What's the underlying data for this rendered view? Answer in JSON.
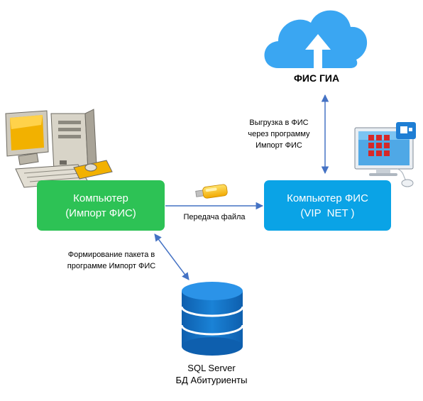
{
  "nodes": {
    "local_pc": {
      "line1": "Компьютер",
      "line2": "(Импорт ФИС)",
      "color": "#2dc255"
    },
    "fis_pc": {
      "line1": "Компьютер ФИС",
      "line2": "(VIP  NET )",
      "color": "#0aa3e6"
    },
    "cloud": {
      "label": "ФИС ГИА",
      "color": "#3aa6f2",
      "arrow_color": "#ffffff"
    },
    "database": {
      "line1": "SQL Server",
      "line2": "БД Абитуриенты",
      "color": "#1577c9"
    }
  },
  "edges": {
    "upload": {
      "lines": [
        "Выгрузка в ФИС",
        "через программу",
        "Импорт ФИС"
      ]
    },
    "transfer": {
      "label": "Передача файла"
    },
    "package": {
      "lines": [
        "Формирование пакета в",
        "программе Импорт ФИС"
      ]
    }
  },
  "icons": {
    "desktop_computer": "desktop-computer-icon",
    "usb_flash": "usb-flash-drive-icon",
    "monitor_app": "monitor-icon",
    "cloud_upload": "cloud-upload-icon",
    "database": "database-icon"
  },
  "colors": {
    "connector": "#4472c4"
  }
}
